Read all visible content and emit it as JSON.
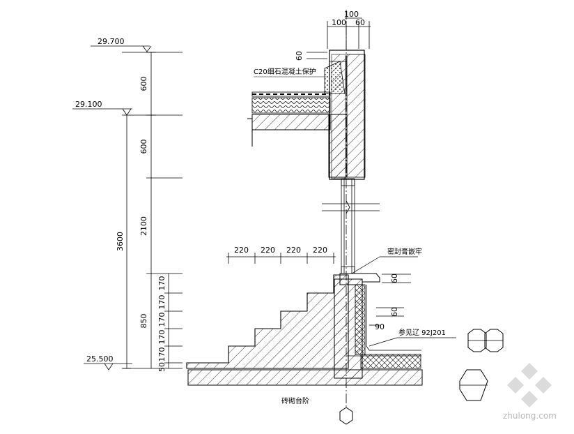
{
  "levels": [
    "29.700",
    "29.100",
    "25.500"
  ],
  "vertical_dims": {
    "segments": [
      "600",
      "600",
      "2100",
      "850",
      "170",
      "170",
      "170",
      "170",
      "170",
      "50"
    ],
    "total": "3600"
  },
  "horizontal_dims": {
    "top": [
      "100",
      "100",
      "60"
    ],
    "steps": [
      "220",
      "220",
      "220",
      "220"
    ]
  },
  "small_dims": [
    "60",
    "60",
    "60",
    "90"
  ],
  "notes": {
    "parapet": "C20细石混凝土保护",
    "seal": "密封膏嵌牢",
    "reference": "参见辽  92J201",
    "steps": "砖砌台阶"
  },
  "watermark": "zhulong.com"
}
